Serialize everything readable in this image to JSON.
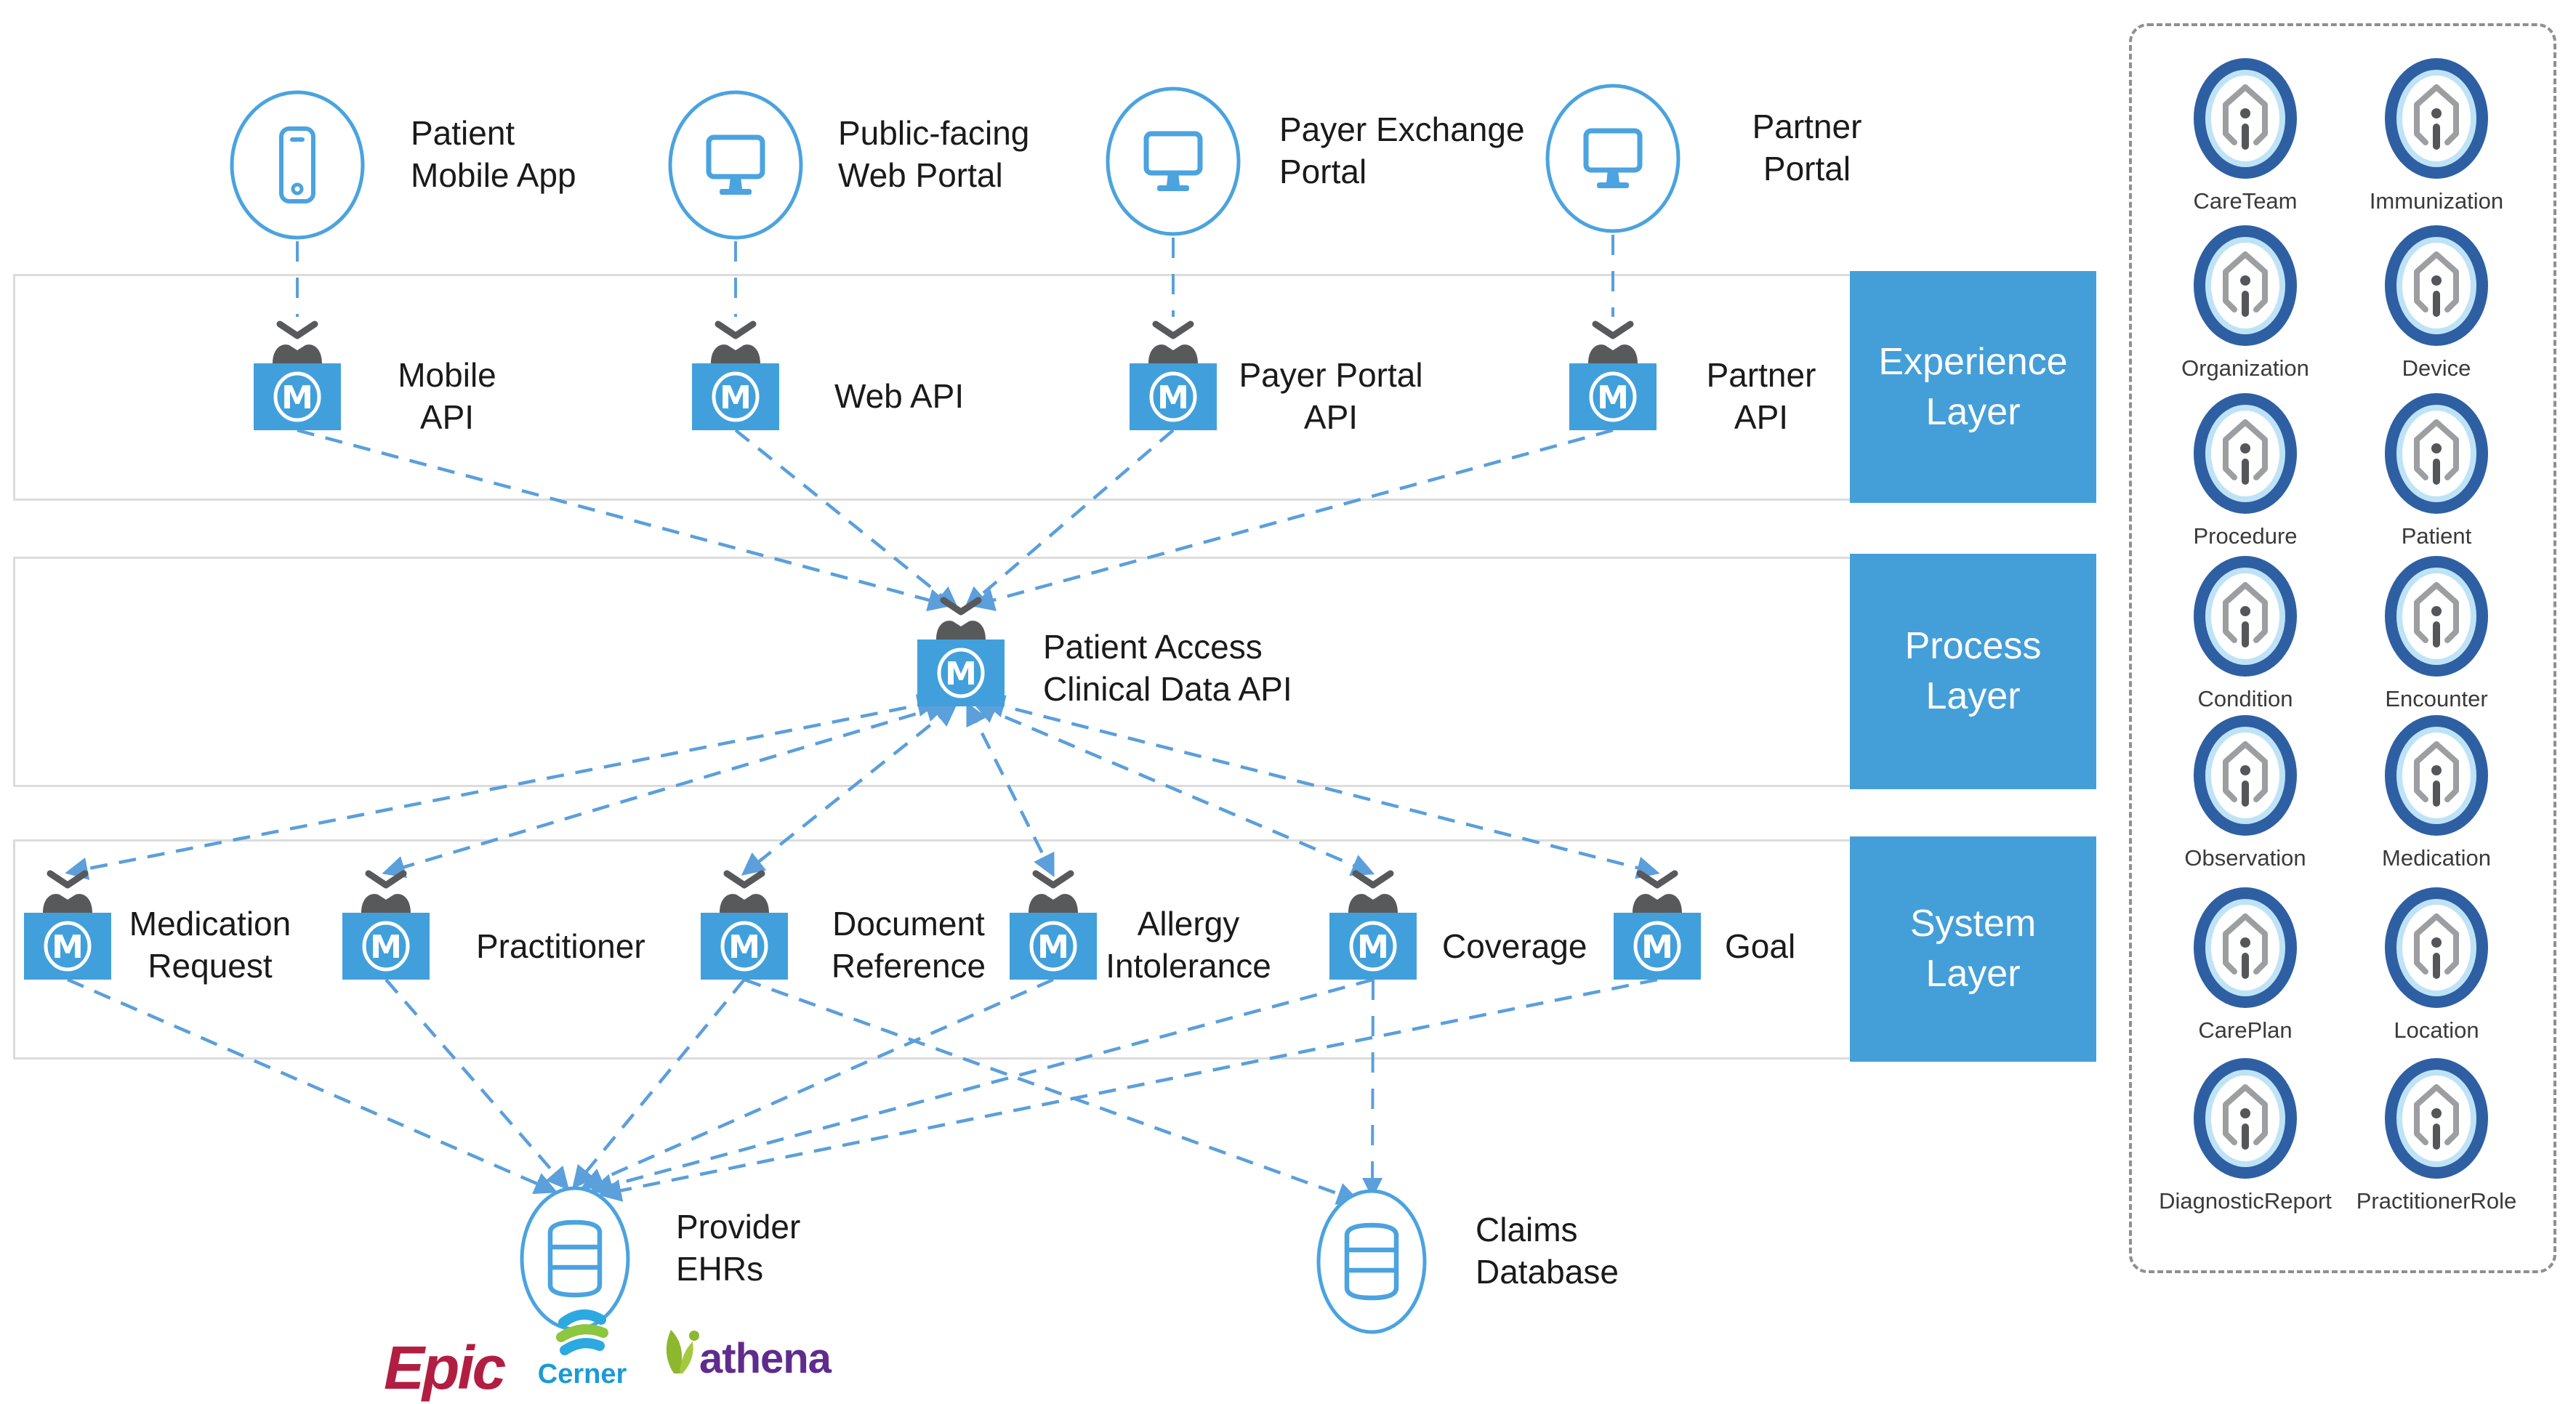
{
  "top_endpoints": [
    {
      "id": "patient-mobile-app",
      "line1": "Patient",
      "line2": "Mobile App",
      "icon": "phone-icon"
    },
    {
      "id": "public-web-portal",
      "line1": "Public-facing",
      "line2": "Web Portal",
      "icon": "monitor-icon"
    },
    {
      "id": "payer-exchange-portal",
      "line1": "Payer Exchange",
      "line2": "Portal",
      "icon": "monitor-icon"
    },
    {
      "id": "partner-portal",
      "line1": "Partner",
      "line2": "Portal",
      "icon": "monitor-icon"
    }
  ],
  "experience_apis": [
    {
      "id": "mobile-api",
      "line1": "Mobile",
      "line2": "API"
    },
    {
      "id": "web-api",
      "line1": "Web API"
    },
    {
      "id": "payer-portal-api",
      "line1": "Payer Portal",
      "line2": "API"
    },
    {
      "id": "partner-api",
      "line1": "Partner",
      "line2": "API"
    }
  ],
  "process_api": {
    "id": "patient-access-clinical-data-api",
    "line1": "Patient Access",
    "line2": "Clinical Data API"
  },
  "system_apis": [
    {
      "id": "medication-request-api",
      "line1": "Medication",
      "line2": "Request"
    },
    {
      "id": "practitioner-api",
      "line1": "Practitioner"
    },
    {
      "id": "document-reference-api",
      "line1": "Document",
      "line2": "Reference"
    },
    {
      "id": "allergy-intolerance-api",
      "line1": "Allergy",
      "line2": "Intolerance"
    },
    {
      "id": "coverage-api",
      "line1": "Coverage"
    },
    {
      "id": "goal-api",
      "line1": "Goal"
    }
  ],
  "data_sources": [
    {
      "id": "provider-ehrs",
      "line1": "Provider",
      "line2": "EHRs",
      "icon": "database-icon"
    },
    {
      "id": "claims-database",
      "line1": "Claims",
      "line2": "Database",
      "icon": "database-icon"
    }
  ],
  "ehr_vendors": {
    "epic": "Epic",
    "cerner": "Cerner",
    "athena": "athena"
  },
  "layers": [
    {
      "id": "experience-layer",
      "line1": "Experience",
      "line2": "Layer"
    },
    {
      "id": "process-layer",
      "line1": "Process",
      "line2": "Layer"
    },
    {
      "id": "system-layer",
      "line1": "System",
      "line2": "Layer"
    }
  ],
  "fhir_resources": [
    "CareTeam",
    "Immunization",
    "Organization",
    "Device",
    "Procedure",
    "Patient",
    "Condition",
    "Encounter",
    "Observation",
    "Medication",
    "CarePlan",
    "Location",
    "DiagnosticReport",
    "PractitionerRole"
  ],
  "connections": [
    {
      "from": "Patient Mobile App",
      "to": "Mobile API"
    },
    {
      "from": "Public-facing Web Portal",
      "to": "Web API"
    },
    {
      "from": "Payer Exchange Portal",
      "to": "Payer Portal API"
    },
    {
      "from": "Partner Portal",
      "to": "Partner API"
    },
    {
      "from": "Mobile API",
      "to": "Patient Access Clinical Data API"
    },
    {
      "from": "Web API",
      "to": "Patient Access Clinical Data API"
    },
    {
      "from": "Payer Portal API",
      "to": "Patient Access Clinical Data API"
    },
    {
      "from": "Partner API",
      "to": "Patient Access Clinical Data API"
    },
    {
      "from": "Patient Access Clinical Data API",
      "to": "Medication Request"
    },
    {
      "from": "Patient Access Clinical Data API",
      "to": "Practitioner"
    },
    {
      "from": "Patient Access Clinical Data API",
      "to": "Document Reference"
    },
    {
      "from": "Patient Access Clinical Data API",
      "to": "Allergy Intolerance"
    },
    {
      "from": "Patient Access Clinical Data API",
      "to": "Coverage"
    },
    {
      "from": "Patient Access Clinical Data API",
      "to": "Goal"
    },
    {
      "from": "Medication Request",
      "to": "Provider EHRs"
    },
    {
      "from": "Practitioner",
      "to": "Provider EHRs"
    },
    {
      "from": "Document Reference",
      "to": "Provider EHRs"
    },
    {
      "from": "Allergy Intolerance",
      "to": "Provider EHRs"
    },
    {
      "from": "Coverage",
      "to": "Provider EHRs"
    },
    {
      "from": "Goal",
      "to": "Provider EHRs"
    },
    {
      "from": "Coverage",
      "to": "Claims Database"
    },
    {
      "from": "Document Reference",
      "to": "Claims Database"
    }
  ],
  "colors": {
    "mule_blue": "#41a0db",
    "mule_gray": "#58595b",
    "line_blue": "#5b9fdb",
    "layer_box_blue": "#449fd8",
    "band_border": "#dcdcdc",
    "endpoint_stroke": "#4ba3df",
    "fhir_ring_dark": "#2e5fa3",
    "fhir_ring_light": "#bfe3f6",
    "fhir_glyph_gray": "#9c9ea1",
    "panel_border": "#8f8f8f",
    "epic_red": "#b21e41",
    "cerner_blue": "#1c9ad6",
    "athena_purple": "#5f2c8e",
    "athena_green": "#8cb72f"
  }
}
